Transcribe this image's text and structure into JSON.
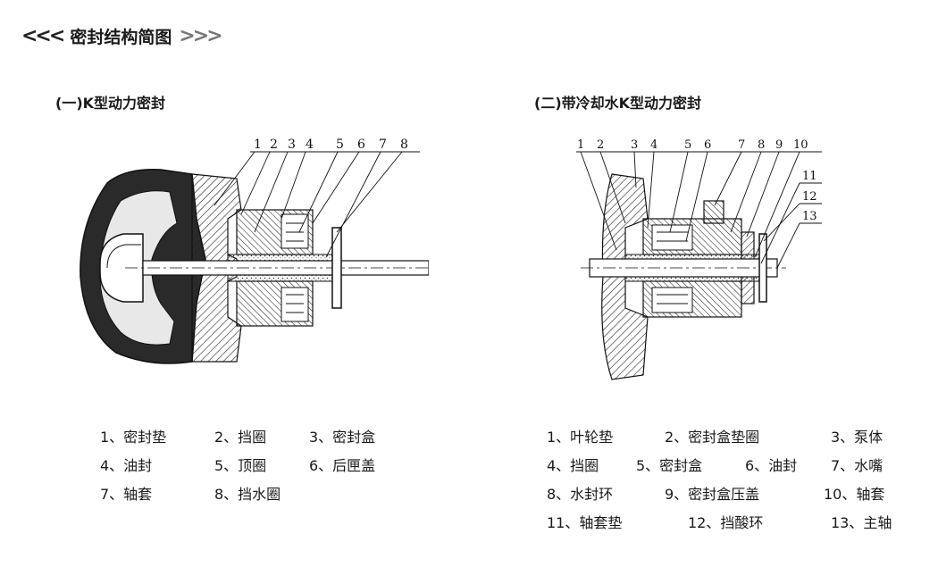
{
  "header": {
    "left_chevrons": "<<<",
    "title": "密封结构简图",
    "right_chevrons": ">>>"
  },
  "k_seal": {
    "title": "(一)K型动力密封",
    "callouts": [
      "1",
      "2",
      "3",
      "4",
      "5",
      "6",
      "7",
      "8"
    ],
    "legend": [
      [
        "1、密封垫",
        "2、挡圈",
        "3、密封盒"
      ],
      [
        "4、油封",
        "5、顶圈",
        "6、后匣盖"
      ],
      [
        "7、轴套",
        "8、挡水圈"
      ]
    ]
  },
  "cooled_k_seal": {
    "title": "(二)带冷却水K型动力密封",
    "callouts": [
      "1",
      "2",
      "3",
      "4",
      "5",
      "6",
      "7",
      "8",
      "9",
      "10",
      "11",
      "12",
      "13"
    ],
    "legend": [
      [
        "1、叶轮垫",
        "2、密封盒垫圈",
        "3、泵体"
      ],
      [
        "4、挡圈",
        "5、密封盒",
        "6、油封",
        "7、水嘴"
      ],
      [
        "8、水封环",
        "9、密封盒压盖",
        "10、轴套"
      ],
      [
        "11、轴套垫",
        "12、挡酸环",
        "13、主轴"
      ]
    ]
  }
}
